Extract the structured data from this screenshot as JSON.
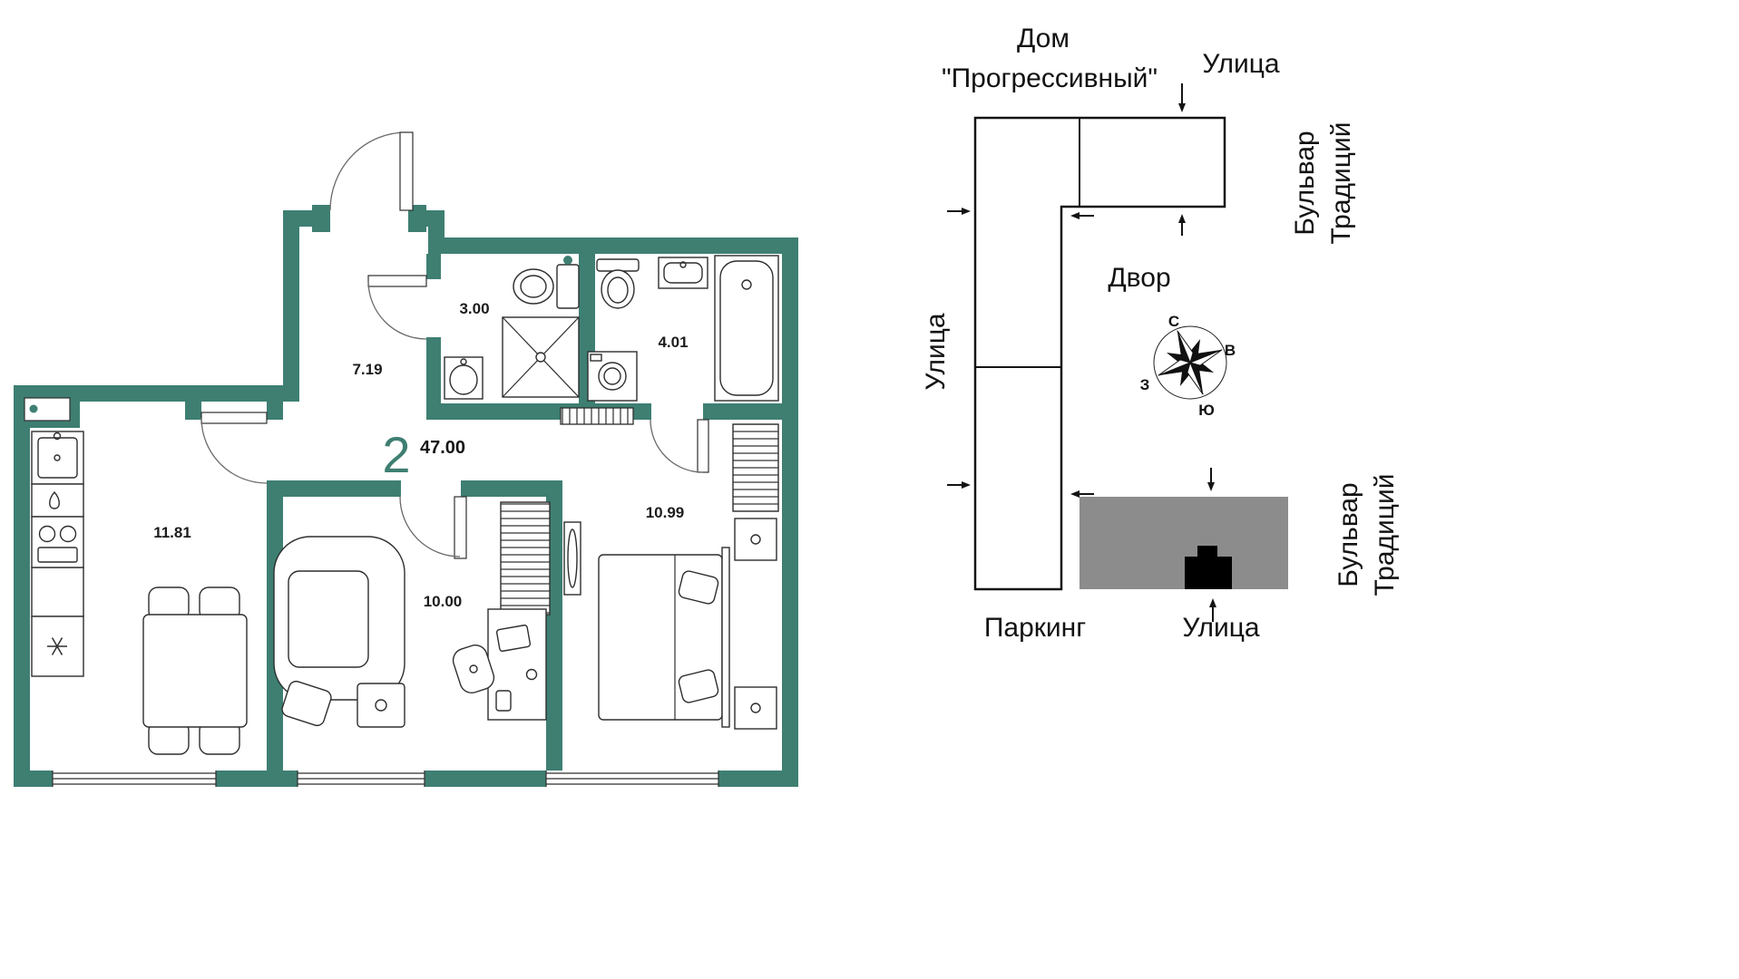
{
  "floorplan": {
    "apartment": {
      "rooms_count": "2",
      "total_area": "47.00"
    },
    "rooms": [
      {
        "name": "hallway",
        "area": "7.19"
      },
      {
        "name": "bathroom",
        "area": "3.00"
      },
      {
        "name": "bathroom-2",
        "area": "4.01"
      },
      {
        "name": "kitchen-living",
        "area": "11.81"
      },
      {
        "name": "living-room",
        "area": "10.00"
      },
      {
        "name": "bedroom",
        "area": "10.99"
      }
    ],
    "colors": {
      "walls": "#3E7F72"
    }
  },
  "siteplan": {
    "house_name": {
      "line1": "Дом",
      "line2": "\"Прогрессивный\""
    },
    "labels": {
      "street_top": "Улица",
      "street_left": "Улица",
      "street_bottom": "Улица",
      "parking": "Паркинг",
      "courtyard": "Двор",
      "boulevard_right": {
        "line1": "Бульвар",
        "line2": "Традиций"
      },
      "boulevard_bottom": {
        "line1": "Бульвар",
        "line2": "Традиций"
      }
    },
    "compass": {
      "north": "С",
      "east": "В",
      "south": "Ю",
      "west": "З"
    },
    "colors": {
      "parking_fill": "#8C8C8C",
      "building_mark": "#000000"
    }
  }
}
